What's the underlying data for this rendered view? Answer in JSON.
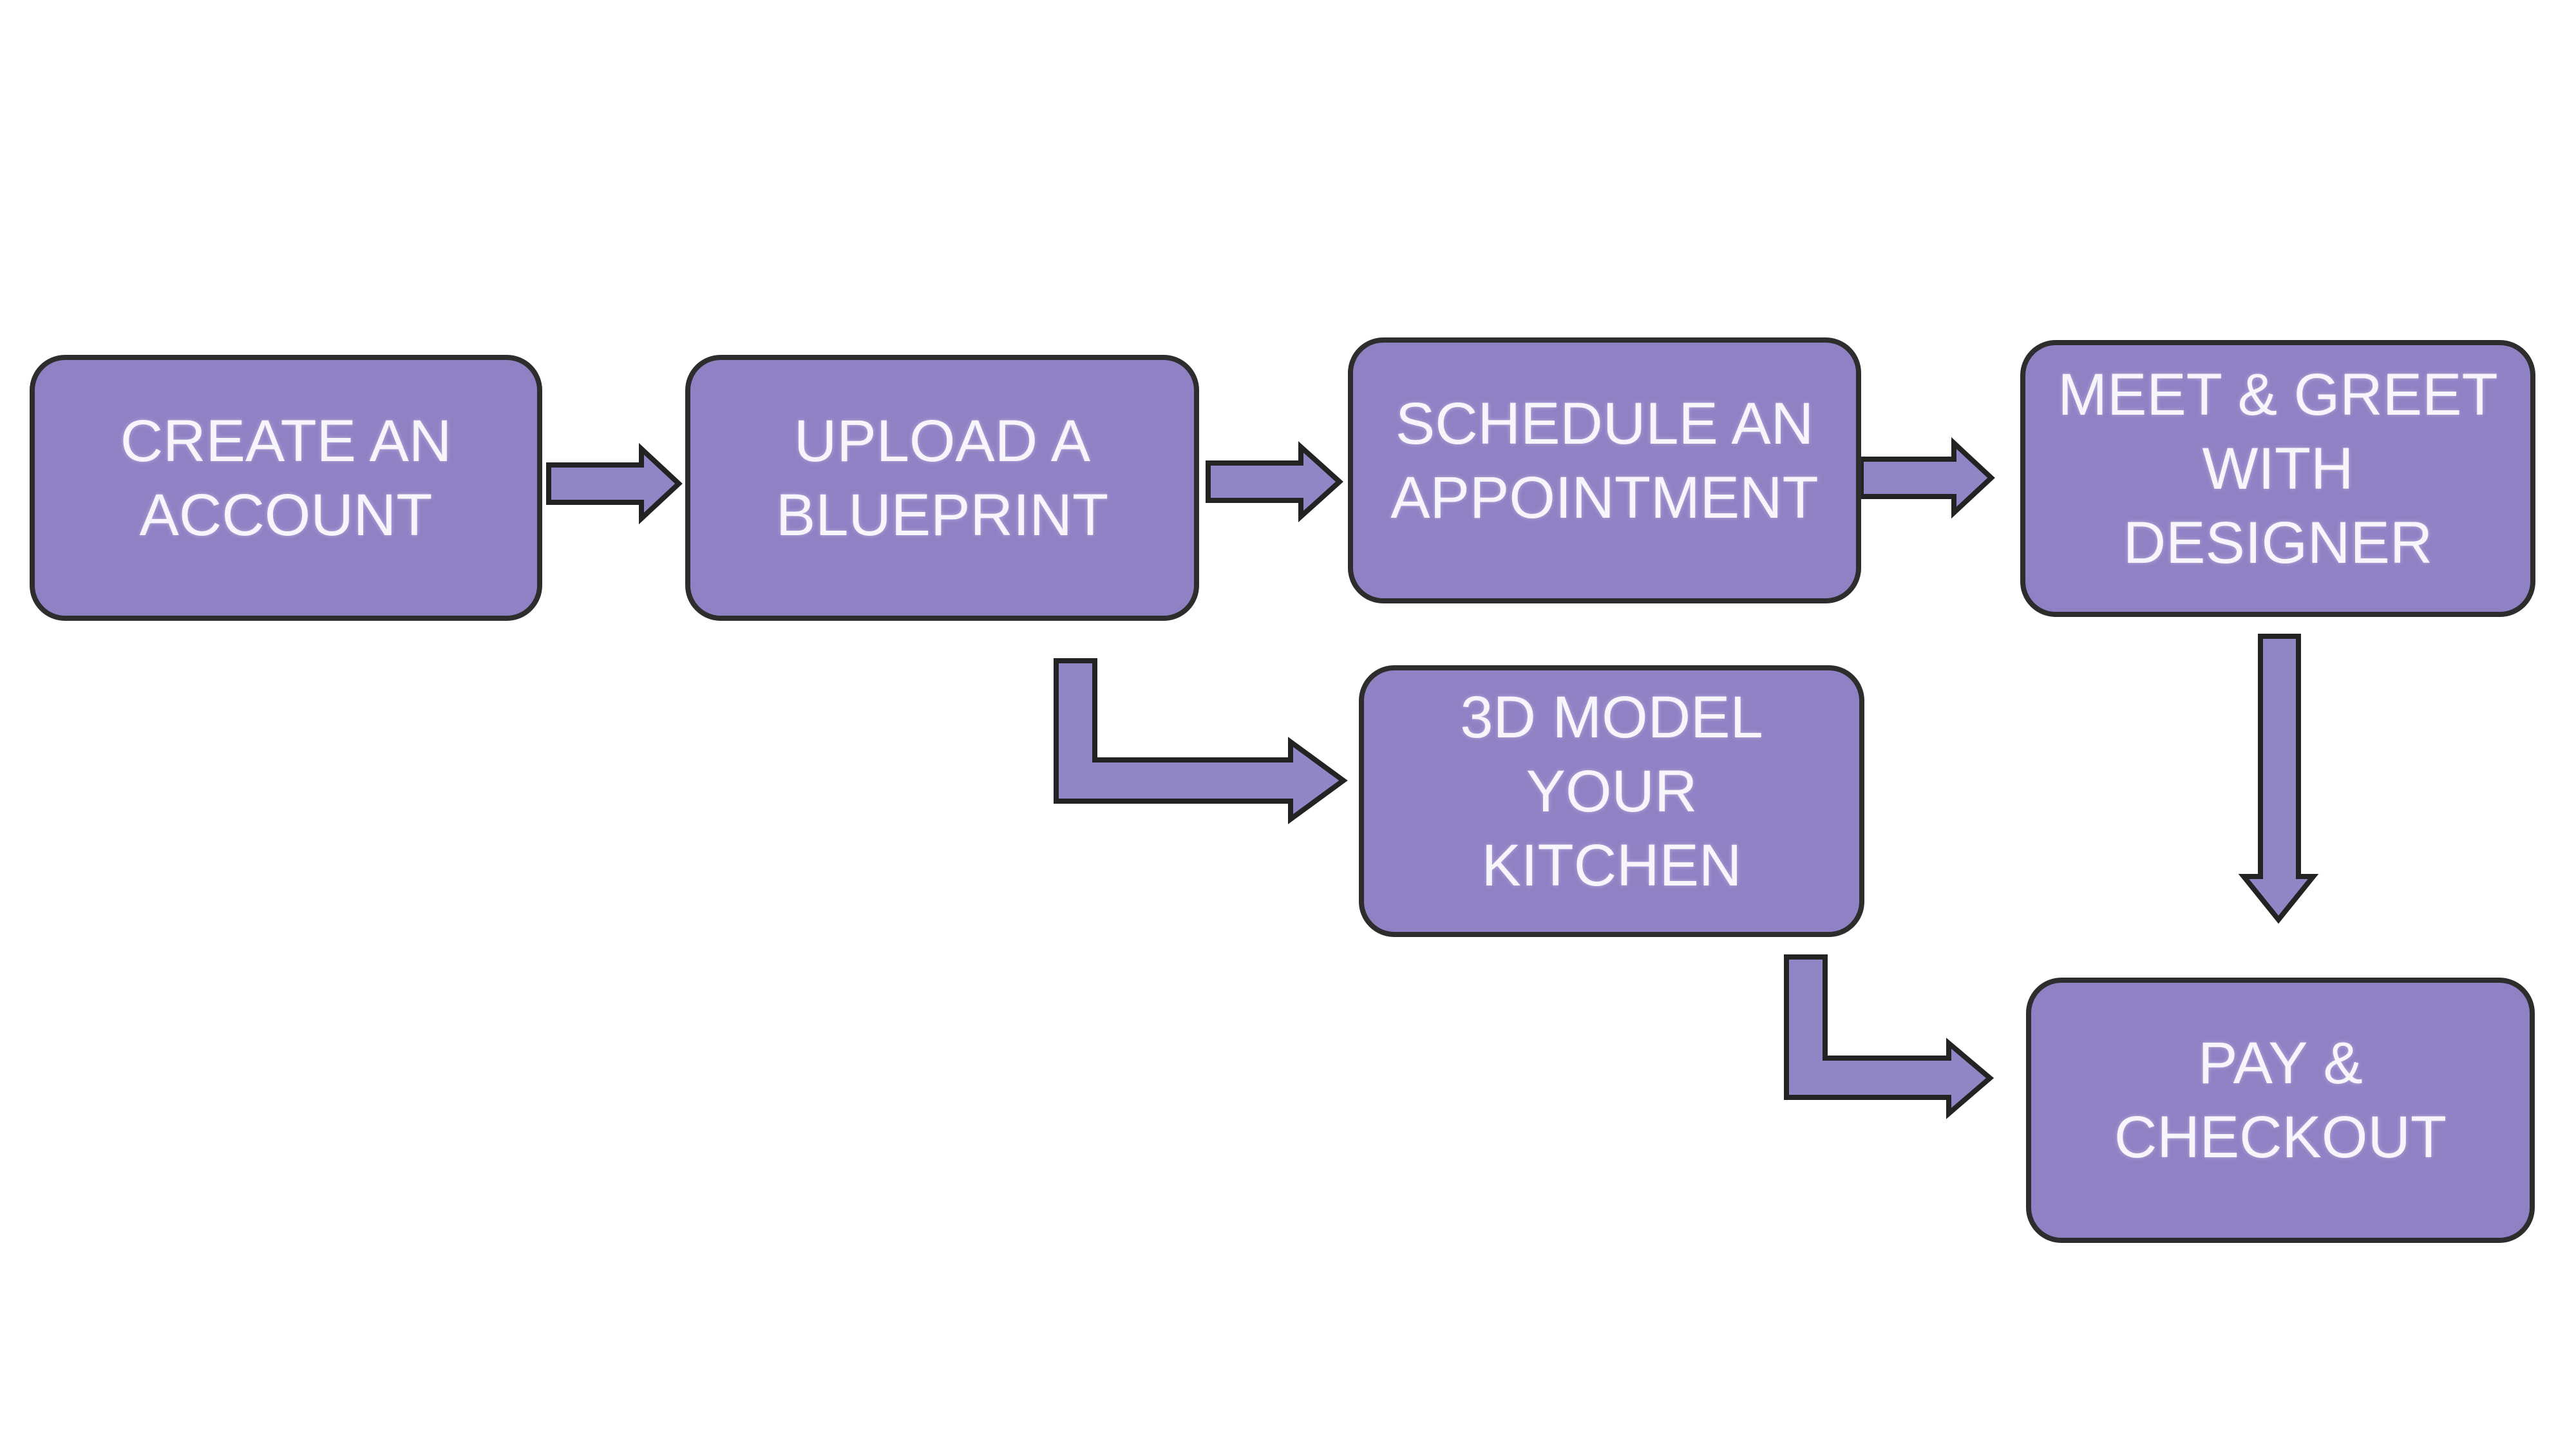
{
  "theme": {
    "node_fill": "#8f81c4",
    "node_border": "#2d2d2d",
    "arrow_fill": "#9185c6",
    "arrow_border": "#232323",
    "text_color": "#f7f5fb",
    "canvas_background": "#ffffff"
  },
  "diagram": {
    "type": "flowchart",
    "title": "",
    "nodes": [
      {
        "id": "create-account",
        "label": "CREATE AN\nACCOUNT"
      },
      {
        "id": "upload-blueprint",
        "label": "UPLOAD A\nBLUEPRINT"
      },
      {
        "id": "schedule-appointment",
        "label": "SCHEDULE AN\nAPPOINTMENT"
      },
      {
        "id": "meet-greet-designer",
        "label": "MEET & GREET\nWITH\nDESIGNER"
      },
      {
        "id": "model-kitchen",
        "label": "3D MODEL\nYOUR\nKITCHEN"
      },
      {
        "id": "pay-checkout",
        "label": "PAY &\nCHECKOUT"
      }
    ],
    "connections": [
      {
        "from": "create-account",
        "to": "upload-blueprint",
        "style": "straight-right"
      },
      {
        "from": "upload-blueprint",
        "to": "schedule-appointment",
        "style": "straight-right"
      },
      {
        "from": "schedule-appointment",
        "to": "meet-greet-designer",
        "style": "straight-right"
      },
      {
        "from": "upload-blueprint",
        "to": "model-kitchen",
        "style": "elbow-down-right"
      },
      {
        "from": "meet-greet-designer",
        "to": "pay-checkout",
        "style": "straight-down"
      },
      {
        "from": "model-kitchen",
        "to": "pay-checkout",
        "style": "elbow-down-right"
      }
    ]
  }
}
